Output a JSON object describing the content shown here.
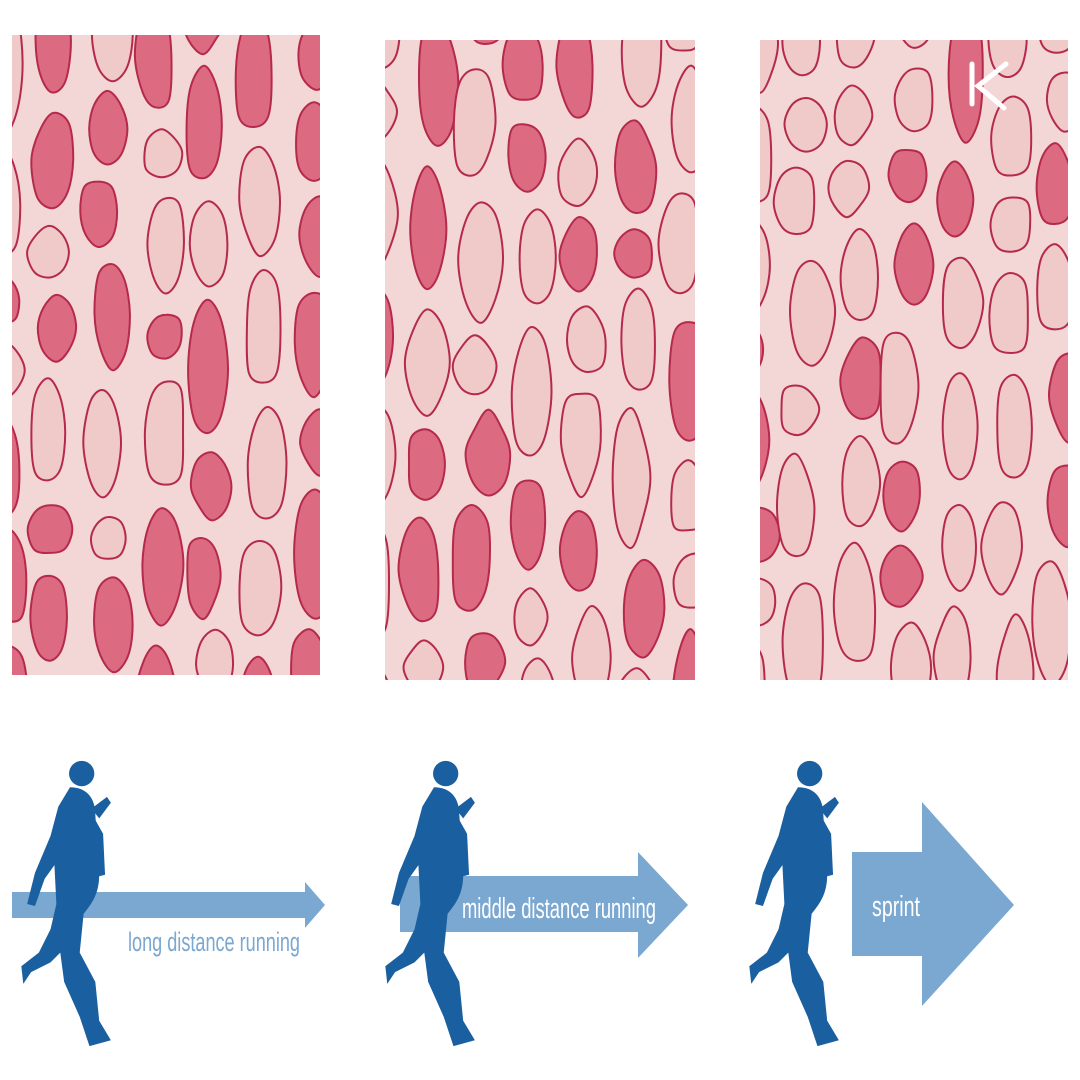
{
  "colors": {
    "background": "#ffffff",
    "panel_background": "#f3d6d6",
    "fiber_dark": "#dc6b81",
    "fiber_light": "#f0c9c9",
    "fiber_outline": "#b52a4a",
    "runner": "#1a5fa0",
    "arrow": "#7aa8d1",
    "arrow_label": "#ffffff",
    "arrow_label_outside": "#7aa8d1",
    "logo": "#ffffff"
  },
  "logo": {
    "icon": "k-logo-icon"
  },
  "panels": [
    {
      "id": "long-distance",
      "dark_fiber_fraction": 0.65,
      "label": "long distance running"
    },
    {
      "id": "middle-distance",
      "dark_fiber_fraction": 0.42,
      "label": "middle distance running"
    },
    {
      "id": "sprint",
      "dark_fiber_fraction": 0.22,
      "label": "sprint"
    }
  ]
}
